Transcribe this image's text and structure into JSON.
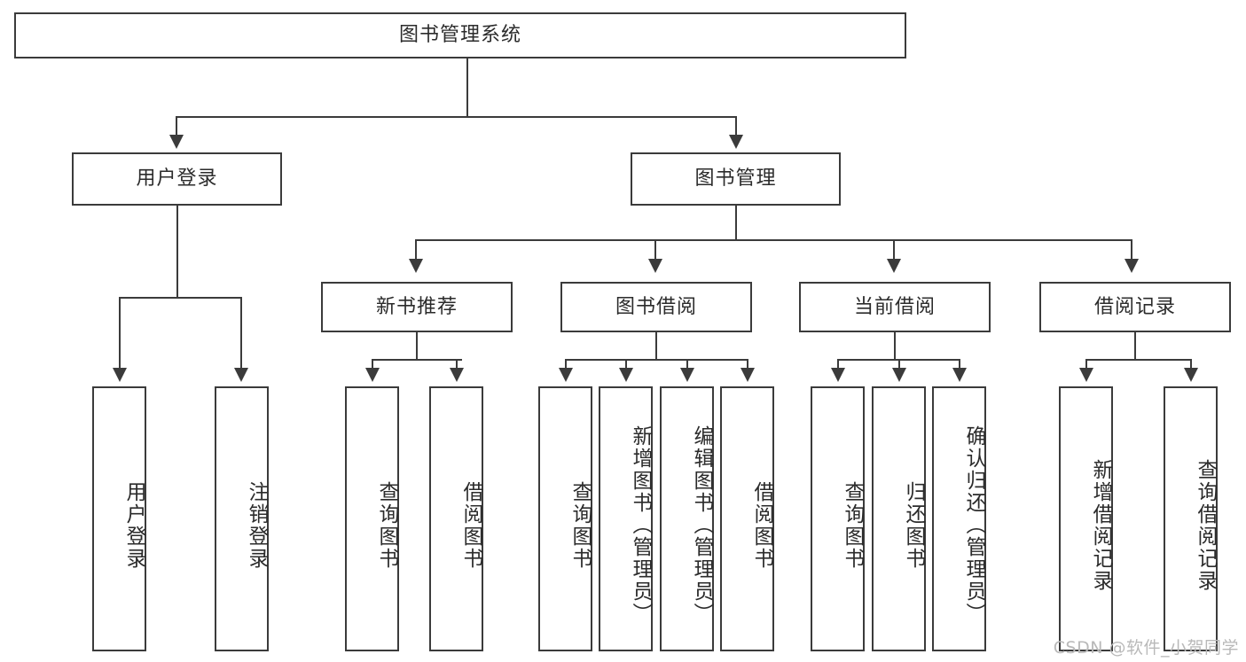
{
  "diagram": {
    "title": "图书管理系统",
    "type": "hierarchy-tree",
    "root": {
      "label": "图书管理系统"
    },
    "level2": [
      {
        "label": "用户登录"
      },
      {
        "label": "图书管理"
      }
    ],
    "level3": [
      {
        "label": "新书推荐"
      },
      {
        "label": "图书借阅"
      },
      {
        "label": "当前借阅"
      },
      {
        "label": "借阅记录"
      }
    ],
    "leaves": {
      "user_login": [
        {
          "label": "用户登录"
        },
        {
          "label": "注销登录"
        }
      ],
      "new_book_recommend": [
        {
          "label": "查询图书"
        },
        {
          "label": "借阅图书"
        }
      ],
      "book_borrow": [
        {
          "label": "查询图书"
        },
        {
          "label": "新增图书（管理员）"
        },
        {
          "label": "编辑图书（管理员）"
        },
        {
          "label": "借阅图书"
        }
      ],
      "current_borrow": [
        {
          "label": "查询图书"
        },
        {
          "label": "归还图书"
        },
        {
          "label": "确认归还（管理员）"
        }
      ],
      "borrow_record": [
        {
          "label": "新增借阅记录"
        },
        {
          "label": "查询借阅记录"
        }
      ]
    }
  },
  "watermark": {
    "text": "CSDN @软件_小贺同学"
  },
  "colors": {
    "stroke": "#3b3b3b",
    "text": "#2b2b2b",
    "background": "#ffffff",
    "watermark": "#b9b9b9"
  }
}
